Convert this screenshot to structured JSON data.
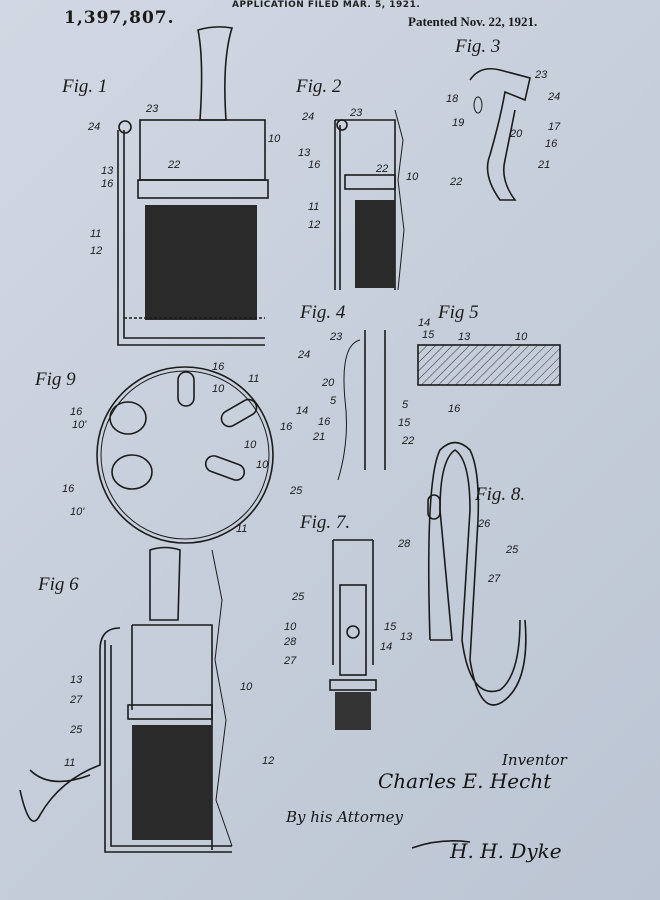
{
  "header": {
    "application_line": "APPLICATION FILED MAR. 5, 1921.",
    "patent_number": "1,397,807.",
    "patented": "Patented Nov. 22, 1921."
  },
  "figures": {
    "fig1": {
      "label": "Fig. 1",
      "refs": [
        "23",
        "24",
        "10",
        "13",
        "16",
        "22",
        "11",
        "12"
      ]
    },
    "fig2": {
      "label": "Fig. 2",
      "refs": [
        "24",
        "23",
        "13",
        "16",
        "22",
        "10",
        "11",
        "12"
      ]
    },
    "fig3": {
      "label": "Fig. 3",
      "refs": [
        "23",
        "24",
        "18",
        "19",
        "17",
        "20",
        "16",
        "21",
        "22"
      ]
    },
    "fig4": {
      "label": "Fig. 4",
      "refs": [
        "23",
        "24",
        "20",
        "5",
        "5",
        "14",
        "16",
        "15",
        "21",
        "22"
      ]
    },
    "fig5": {
      "label": "Fig 5",
      "refs": [
        "14",
        "15",
        "13",
        "10",
        "16"
      ]
    },
    "fig6": {
      "label": "Fig 6",
      "refs": [
        "13",
        "27",
        "25",
        "11",
        "10",
        "12"
      ]
    },
    "fig7": {
      "label": "Fig. 7.",
      "refs": [
        "25",
        "10",
        "28",
        "15",
        "13",
        "14",
        "27"
      ]
    },
    "fig8": {
      "label": "Fig. 8.",
      "refs": [
        "26",
        "28",
        "25",
        "27"
      ]
    },
    "fig9": {
      "label": "Fig 9",
      "refs": [
        "16",
        "10",
        "11",
        "16",
        "10'",
        "10",
        "16",
        "10",
        "16",
        "10'",
        "25",
        "11"
      ]
    }
  },
  "signatures": {
    "inventor_label": "Inventor",
    "inventor": "Charles E. Hecht",
    "attorney_label": "By his Attorney",
    "attorney": "H. H. Dyke"
  },
  "colors": {
    "paper": "#c8cfdc",
    "ink": "#1b1b1b"
  }
}
